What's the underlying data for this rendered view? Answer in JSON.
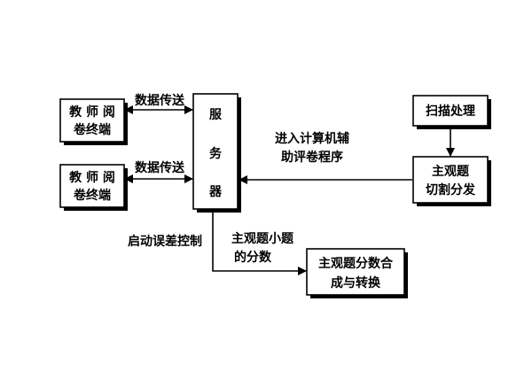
{
  "nodes": {
    "teacher_terminal_1": [
      "教 师 阅",
      "卷终端"
    ],
    "teacher_terminal_2": [
      "教 师 阅",
      "卷终端"
    ],
    "server": [
      "服",
      "务",
      "器"
    ],
    "scan": [
      "扫描处理"
    ],
    "split": [
      "主观题",
      "切割分发"
    ],
    "compose": [
      "主观题分数合",
      "成与转换"
    ]
  },
  "edges": {
    "data_transfer_1": "数据传送",
    "data_transfer_2": "数据传送",
    "assist_grading": [
      "进入计算机辅",
      "助评卷程序"
    ],
    "error_control": "启动误差控制",
    "subjective_scores": [
      "主观题小题",
      "的分数"
    ]
  }
}
